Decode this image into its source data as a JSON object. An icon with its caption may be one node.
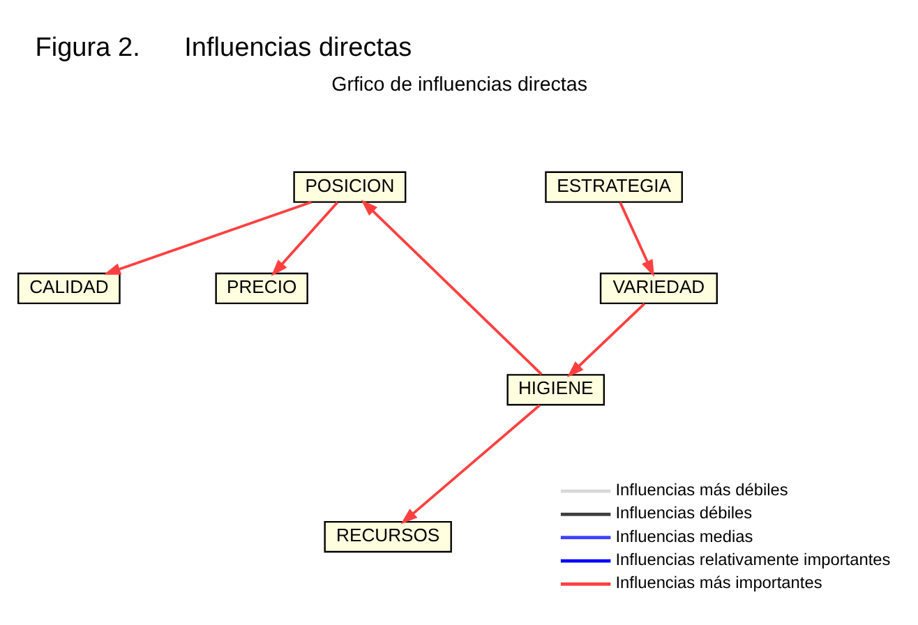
{
  "diagram": {
    "title": "Figura 2.      Influencias directas",
    "nodes": [
      {
        "text": [
          "POSICION"
        ]
      },
      {
        "text": [
          "ESTRATEGIA"
        ]
      },
      {
        "text": [
          "VARIEDAD"
        ]
      },
      {
        "text": [
          "CALIDAD"
        ]
      },
      {
        "text": [
          "PRECIO"
        ]
      },
      {
        "text": [
          "RECURSOS"
        ]
      },
      {
        "text": [
          "HIGIENE"
        ]
      }
    ],
    "edges": [
      {
        "from": 0,
        "to": 3,
        "arrow": "to"
      },
      {
        "from": 0,
        "to": 4,
        "arrow": "to"
      },
      {
        "from": 6,
        "to": 0,
        "arrow": "to"
      },
      {
        "from": 1,
        "to": 2,
        "arrow": "to"
      },
      {
        "from": 2,
        "to": 6,
        "arrow": "to"
      },
      {
        "from": 6,
        "to": 5,
        "arrow": "to"
      }
    ],
    "labels": [
      "Grfico de influencias directas"
    ],
    "legend": [
      {
        "text": "Influencias más débiles",
        "color": "#d8d8d8"
      },
      {
        "text": "Influencias débiles",
        "color": "#404040"
      },
      {
        "text": "Influencias medias",
        "color": "#4040ff"
      },
      {
        "text": "Influencias relativamente importantes",
        "color": "#0000ff"
      },
      {
        "text": "Influencias más importantes",
        "color": "#ff4040"
      }
    ]
  }
}
